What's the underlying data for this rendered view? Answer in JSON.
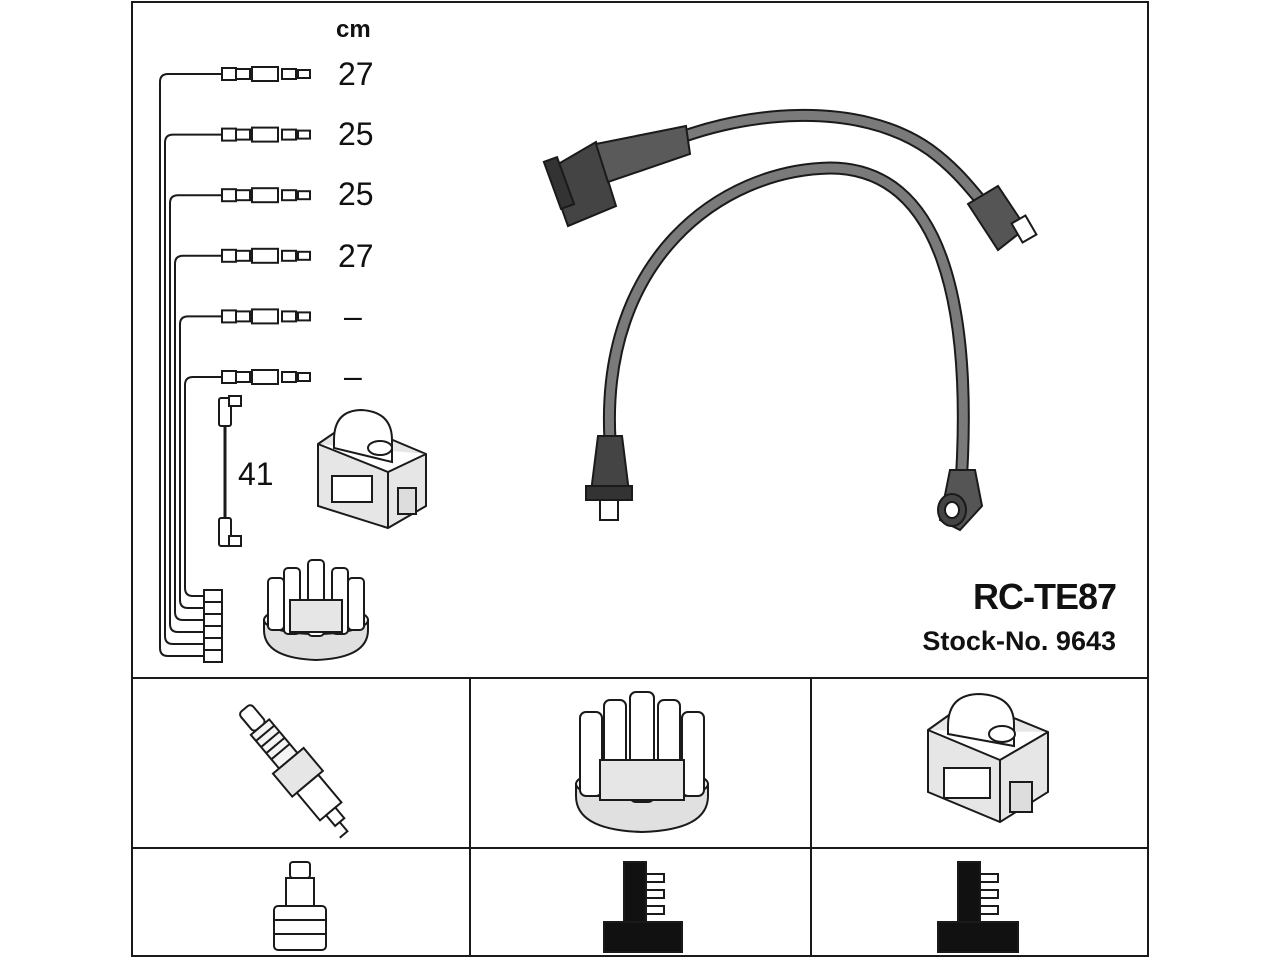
{
  "product": {
    "code": "RC-TE87",
    "stock_label": "Stock-No. 9643"
  },
  "lengths": {
    "unit": "cm",
    "items": [
      "27",
      "25",
      "25",
      "27",
      "–",
      "–"
    ],
    "coil_lead": "41"
  },
  "colors": {
    "line": "#1a1a1a",
    "cable": "#6b6b6b",
    "background": "#ffffff"
  },
  "icons": [
    "spark-plug-icon",
    "distributor-cap-icon",
    "ignition-coil-icon",
    "plug-terminal-icon",
    "cap-terminal-icon",
    "coil-terminal-icon"
  ]
}
